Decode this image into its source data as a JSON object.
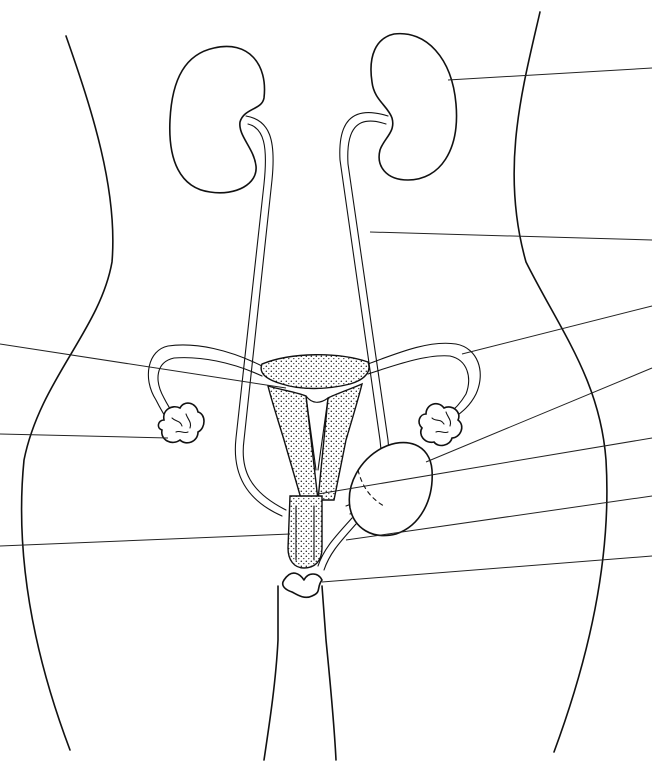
{
  "figure": {
    "kind": "unlabeled anatomical line drawing (female urogenital system)",
    "label_slots": [
      "right-1",
      "right-2",
      "right-3",
      "right-4",
      "right-5",
      "right-6",
      "right-7",
      "left-1",
      "left-2",
      "left-3"
    ],
    "colors": {
      "ink": "#111111",
      "background": "#ffffff"
    }
  }
}
